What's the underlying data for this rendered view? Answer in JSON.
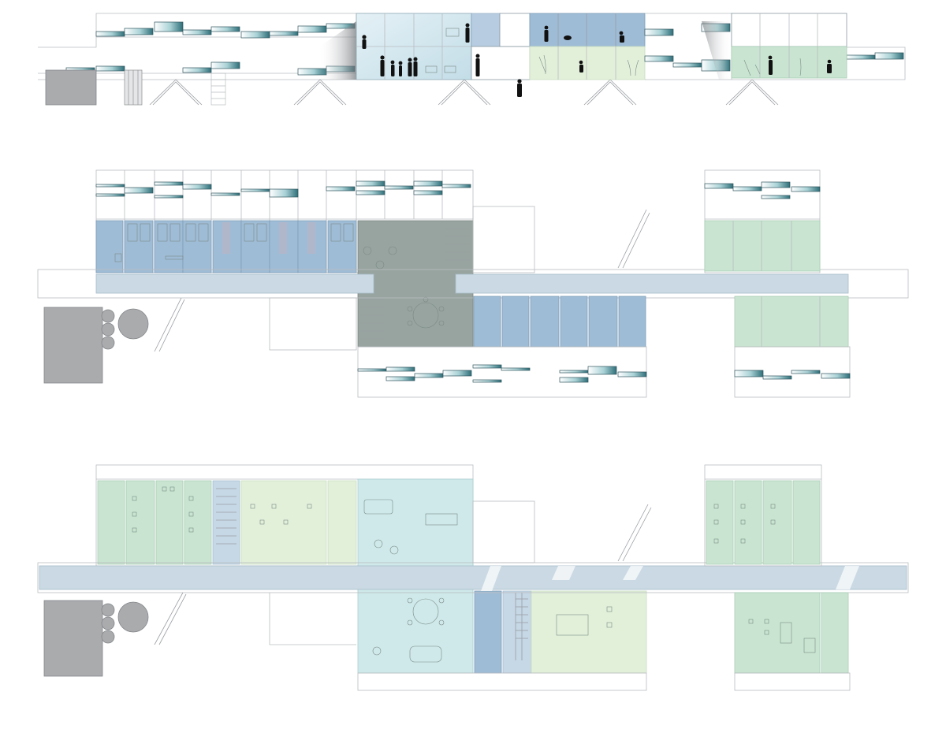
{
  "drawing": {
    "title": "",
    "views": [
      {
        "name": "section"
      },
      {
        "name": "upper-floor-plan"
      },
      {
        "name": "ground-floor-plan"
      }
    ]
  },
  "colors": {
    "sleeping_blue": "#9fbcd6",
    "office_green": "#c9e5d1",
    "light_green": "#e2f0da",
    "lobby_cyan": "#cfe9ea",
    "core_dark": "#98a49f",
    "corridor": "#cad9e4",
    "solid_block": "#a9abad",
    "panel_teal": "#2f6e78"
  },
  "icons": [
    "person-silhouette-icon",
    "chair-icon",
    "bed-icon",
    "table-icon",
    "stair-icon"
  ]
}
